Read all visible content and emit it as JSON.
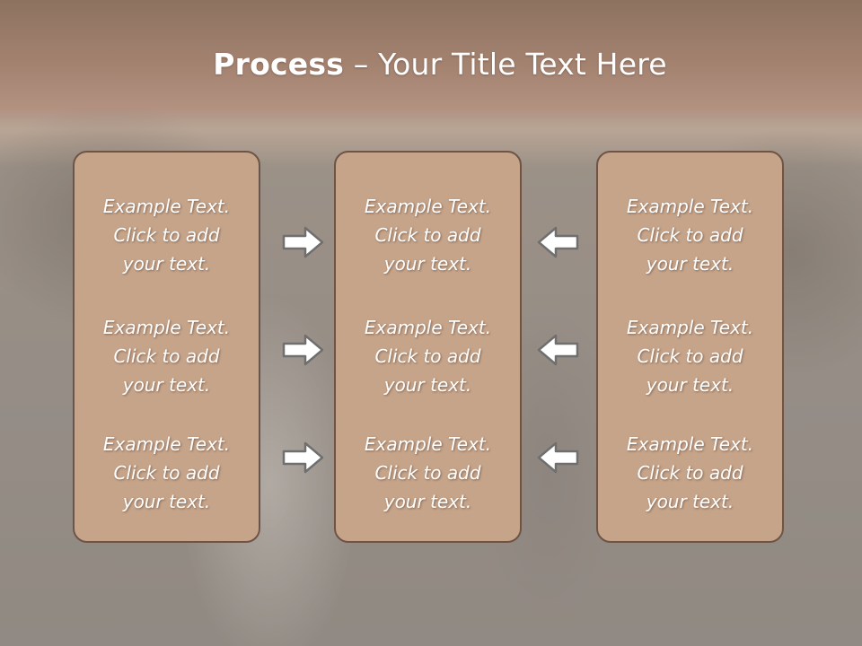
{
  "title": {
    "bold": "Process",
    "rest": " – Your Title Text Here"
  },
  "columns": [
    {
      "items": [
        {
          "line1": "Example Text.",
          "line2": "Click  to add",
          "line3": "your text."
        },
        {
          "line1": "Example Text.",
          "line2": "Click  to add",
          "line3": "your text."
        },
        {
          "line1": "Example Text.",
          "line2": "Click  to add",
          "line3": "your text."
        }
      ]
    },
    {
      "items": [
        {
          "line1": "Example Text.",
          "line2": "Click  to add",
          "line3": "your text."
        },
        {
          "line1": "Example Text.",
          "line2": "Click  to add",
          "line3": "your text."
        },
        {
          "line1": "Example Text.",
          "line2": "Click  to add",
          "line3": "your text."
        }
      ]
    },
    {
      "items": [
        {
          "line1": "Example Text.",
          "line2": "Click  to add",
          "line3": "your text."
        },
        {
          "line1": "Example Text.",
          "line2": "Click  to add",
          "line3": "your text."
        },
        {
          "line1": "Example Text.",
          "line2": "Click  to add",
          "line3": "your text."
        }
      ]
    }
  ],
  "arrows": {
    "left_group": "arrow-right-icon",
    "right_group": "arrow-left-icon"
  },
  "colors": {
    "box_fill": "#c6a48a",
    "box_border": "#6d5446",
    "title_band": "#a48270",
    "text": "#ffffff"
  }
}
